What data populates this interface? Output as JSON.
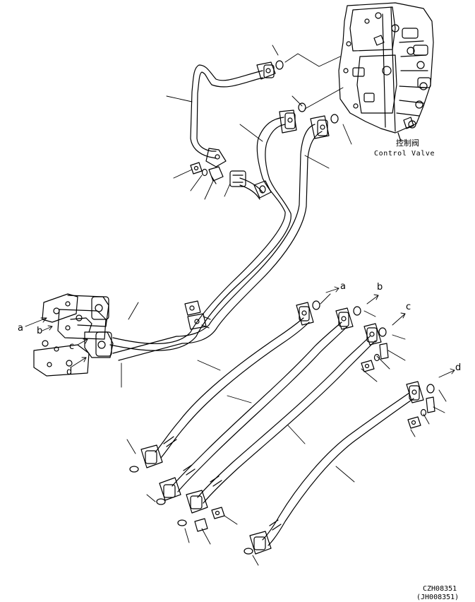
{
  "control_valve": {
    "label_cn": "控制阀",
    "label_en": "Control Valve"
  },
  "connection_letters": {
    "a_left": "a",
    "b_left": "b",
    "c_left": "c",
    "d_left": "d",
    "a_right": "a",
    "b_right": "b",
    "c_right": "c",
    "d_right": "d"
  },
  "drawing_codes": {
    "primary": "CZH08351",
    "secondary": "(JH008351)"
  }
}
